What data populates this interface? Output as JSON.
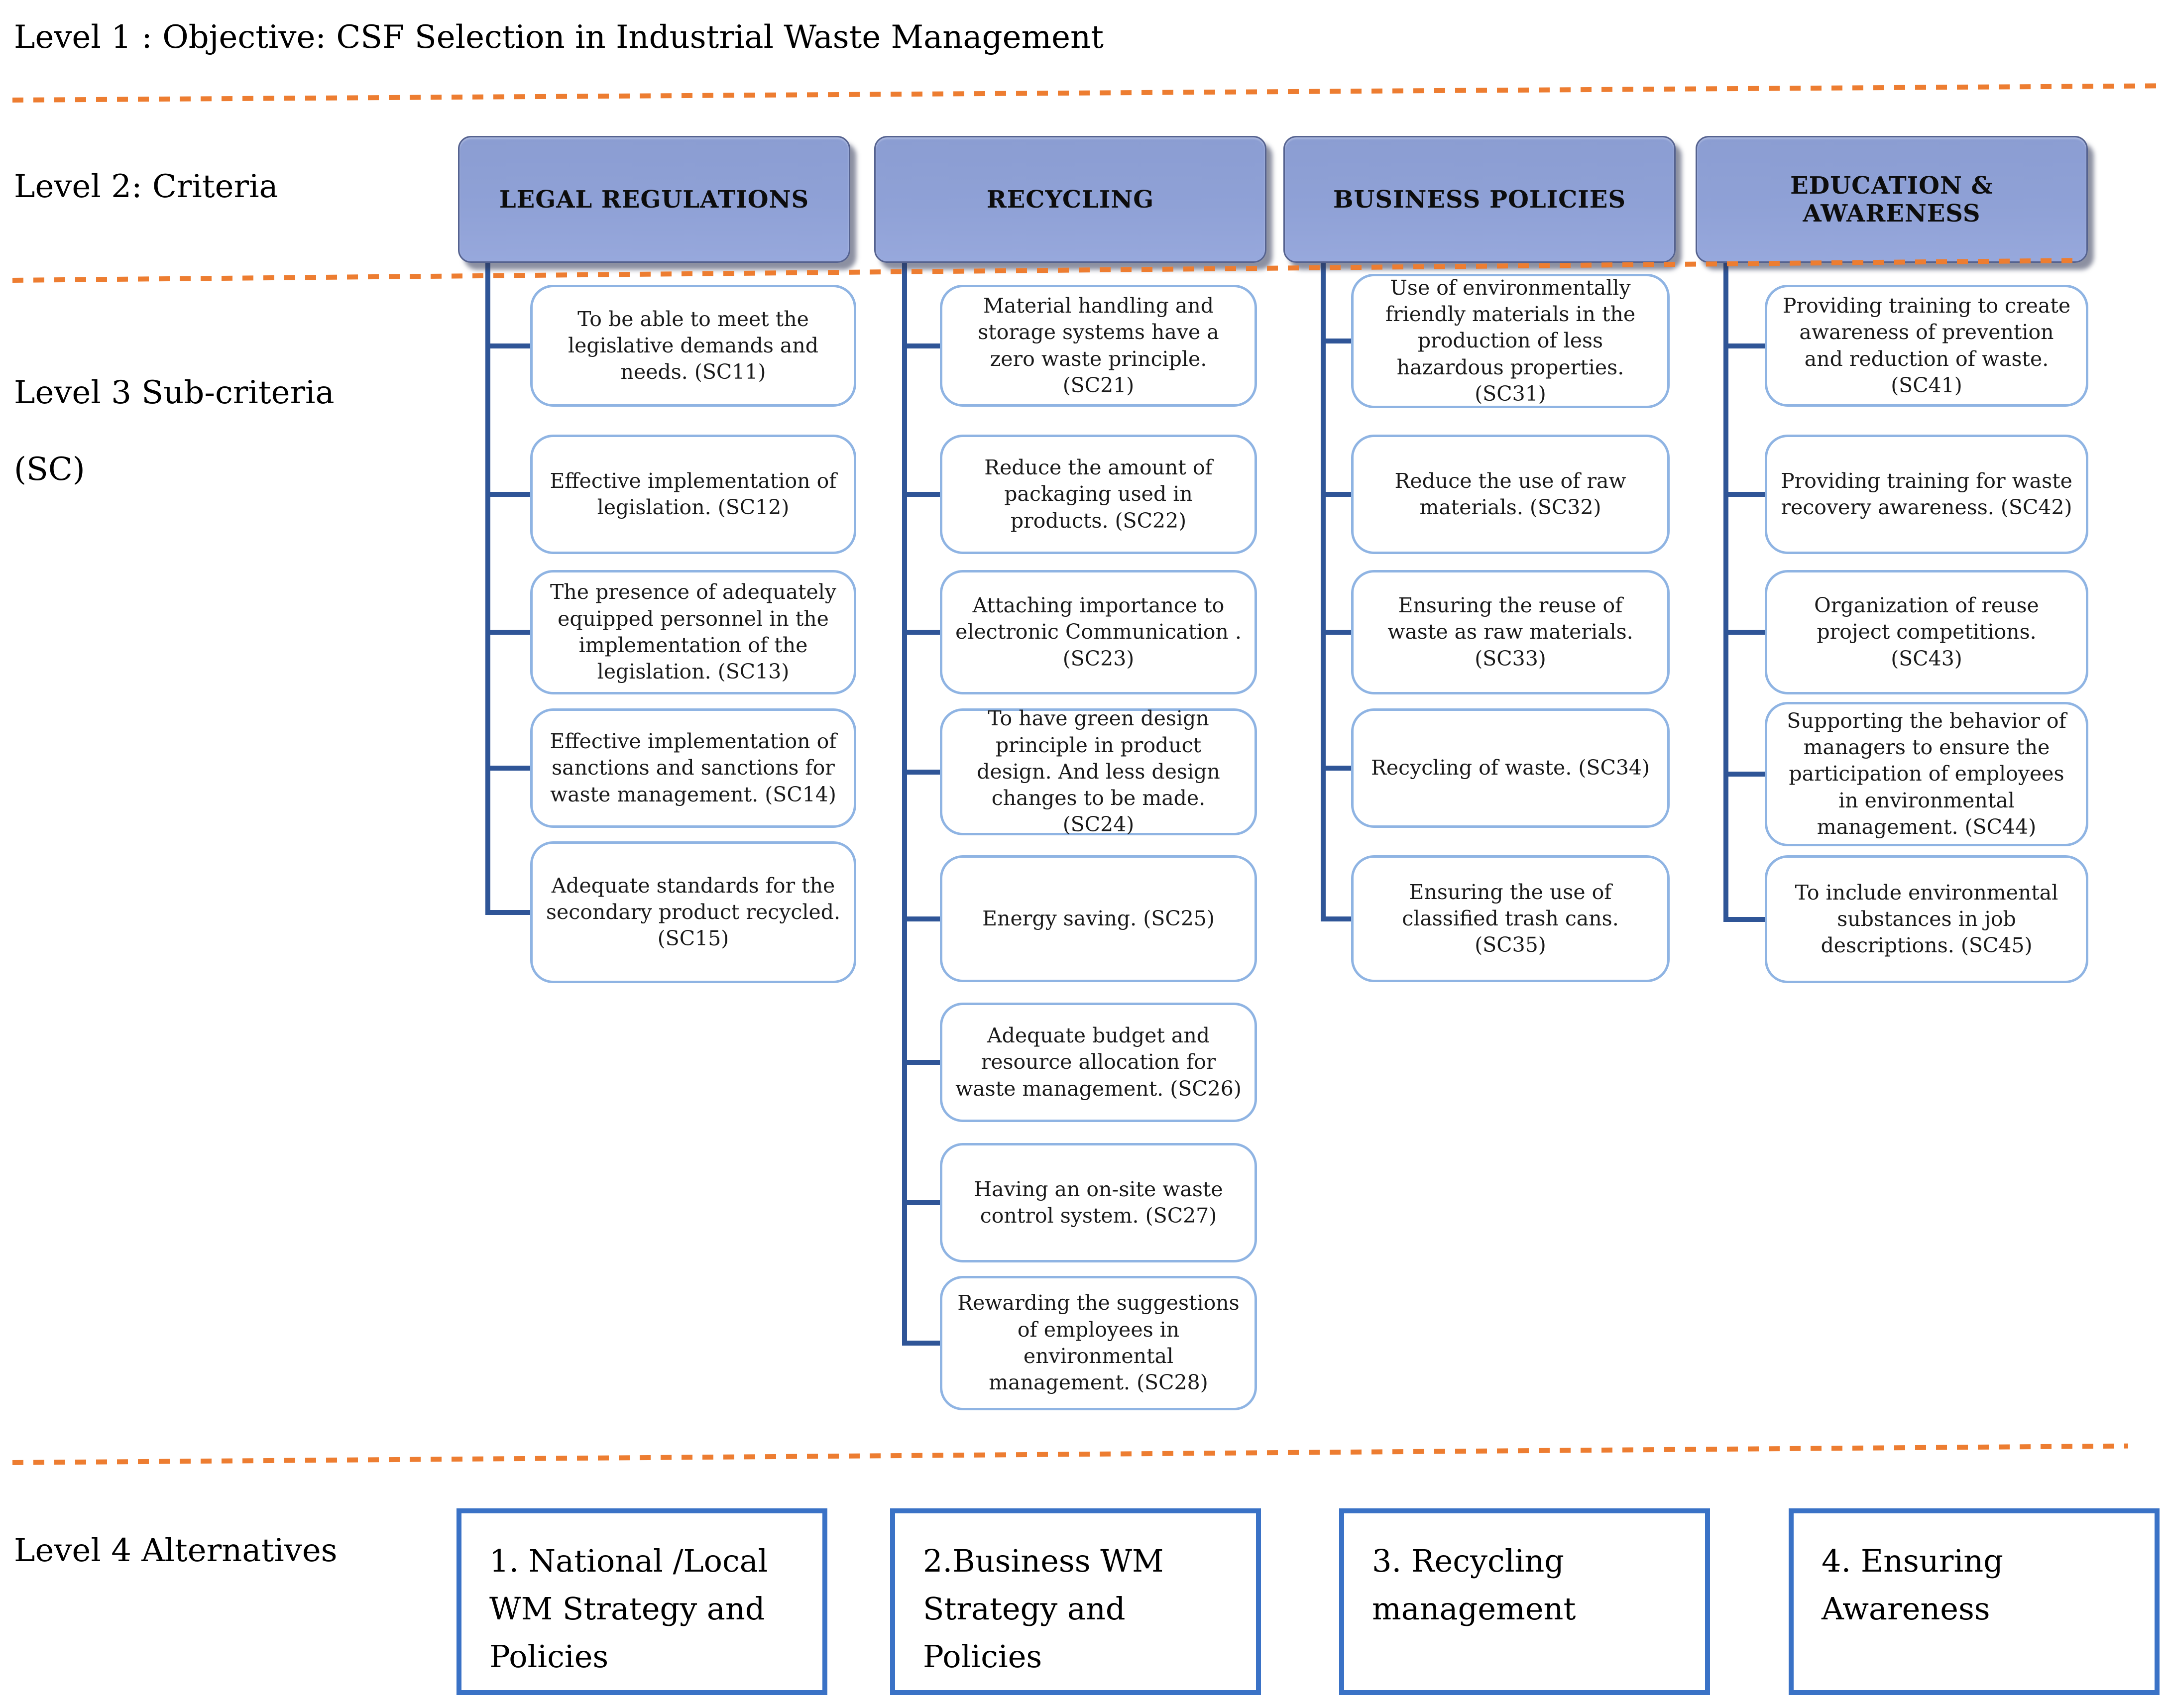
{
  "title": "Level 1 :  Objective: CSF Selection in Industrial Waste Management",
  "labels": {
    "level2": "Level 2: Criteria",
    "level3_line1": "Level 3 Sub-criteria",
    "level3_line2": "(SC)",
    "level4": "Level 4 Alternatives"
  },
  "colors": {
    "criteria_fill": "#8FA1D6",
    "criteria_border": "#55628F",
    "subbox_border": "#8FB4E3",
    "connector": "#2F5597",
    "alternative_border": "#3A72C6",
    "dashed_divider": "#ED7D31",
    "text": "#000000"
  },
  "criteria": [
    {
      "title": "LEGAL REGULATIONS",
      "subcriteria": [
        "To be able to meet the legislative demands and needs. (SC11)",
        "Effective implementation of legislation. (SC12)",
        "The presence of adequately equipped personnel in the implementation of the legislation. (SC13)",
        "Effective implementation of sanctions and sanctions for waste management. (SC14)",
        "Adequate standards for the secondary product recycled. (SC15)"
      ]
    },
    {
      "title": "RECYCLING",
      "subcriteria": [
        "Material handling and storage systems have a zero waste principle. (SC21)",
        "Reduce the amount of packaging used in products. (SC22)",
        "Attaching importance to electronic Communication . (SC23)",
        "To have green design principle in product design. And less design changes to be made. (SC24)",
        "Energy saving. (SC25)",
        "Adequate budget and resource allocation for waste management. (SC26)",
        "Having an on-site waste control system. (SC27)",
        "Rewarding the suggestions of employees in environmental management. (SC28)"
      ]
    },
    {
      "title": "BUSINESS POLICIES",
      "subcriteria": [
        "Use of environmentally friendly materials in the production of less hazardous properties. (SC31)",
        "Reduce the use of raw materials. (SC32)",
        "Ensuring the reuse of waste as raw materials. (SC33)",
        "Recycling of waste. (SC34)",
        "Ensuring the use of classified trash cans. (SC35)"
      ]
    },
    {
      "title": "EDUCATION & AWARENESS",
      "subcriteria": [
        "Providing training to create awareness of prevention and reduction of waste. (SC41)",
        "Providing training for waste recovery awareness. (SC42)",
        "Organization of reuse project competitions. (SC43)",
        "Supporting the behavior of managers to ensure the participation of employees in environmental management. (SC44)",
        "To include environmental substances in job descriptions. (SC45)"
      ]
    }
  ],
  "alternatives": [
    "1. National /Local\nWM Strategy and\nPolicies",
    "2.Business WM\nStrategy and\nPolicies",
    "3. Recycling\nmanagement",
    "4. Ensuring\nAwareness"
  ]
}
